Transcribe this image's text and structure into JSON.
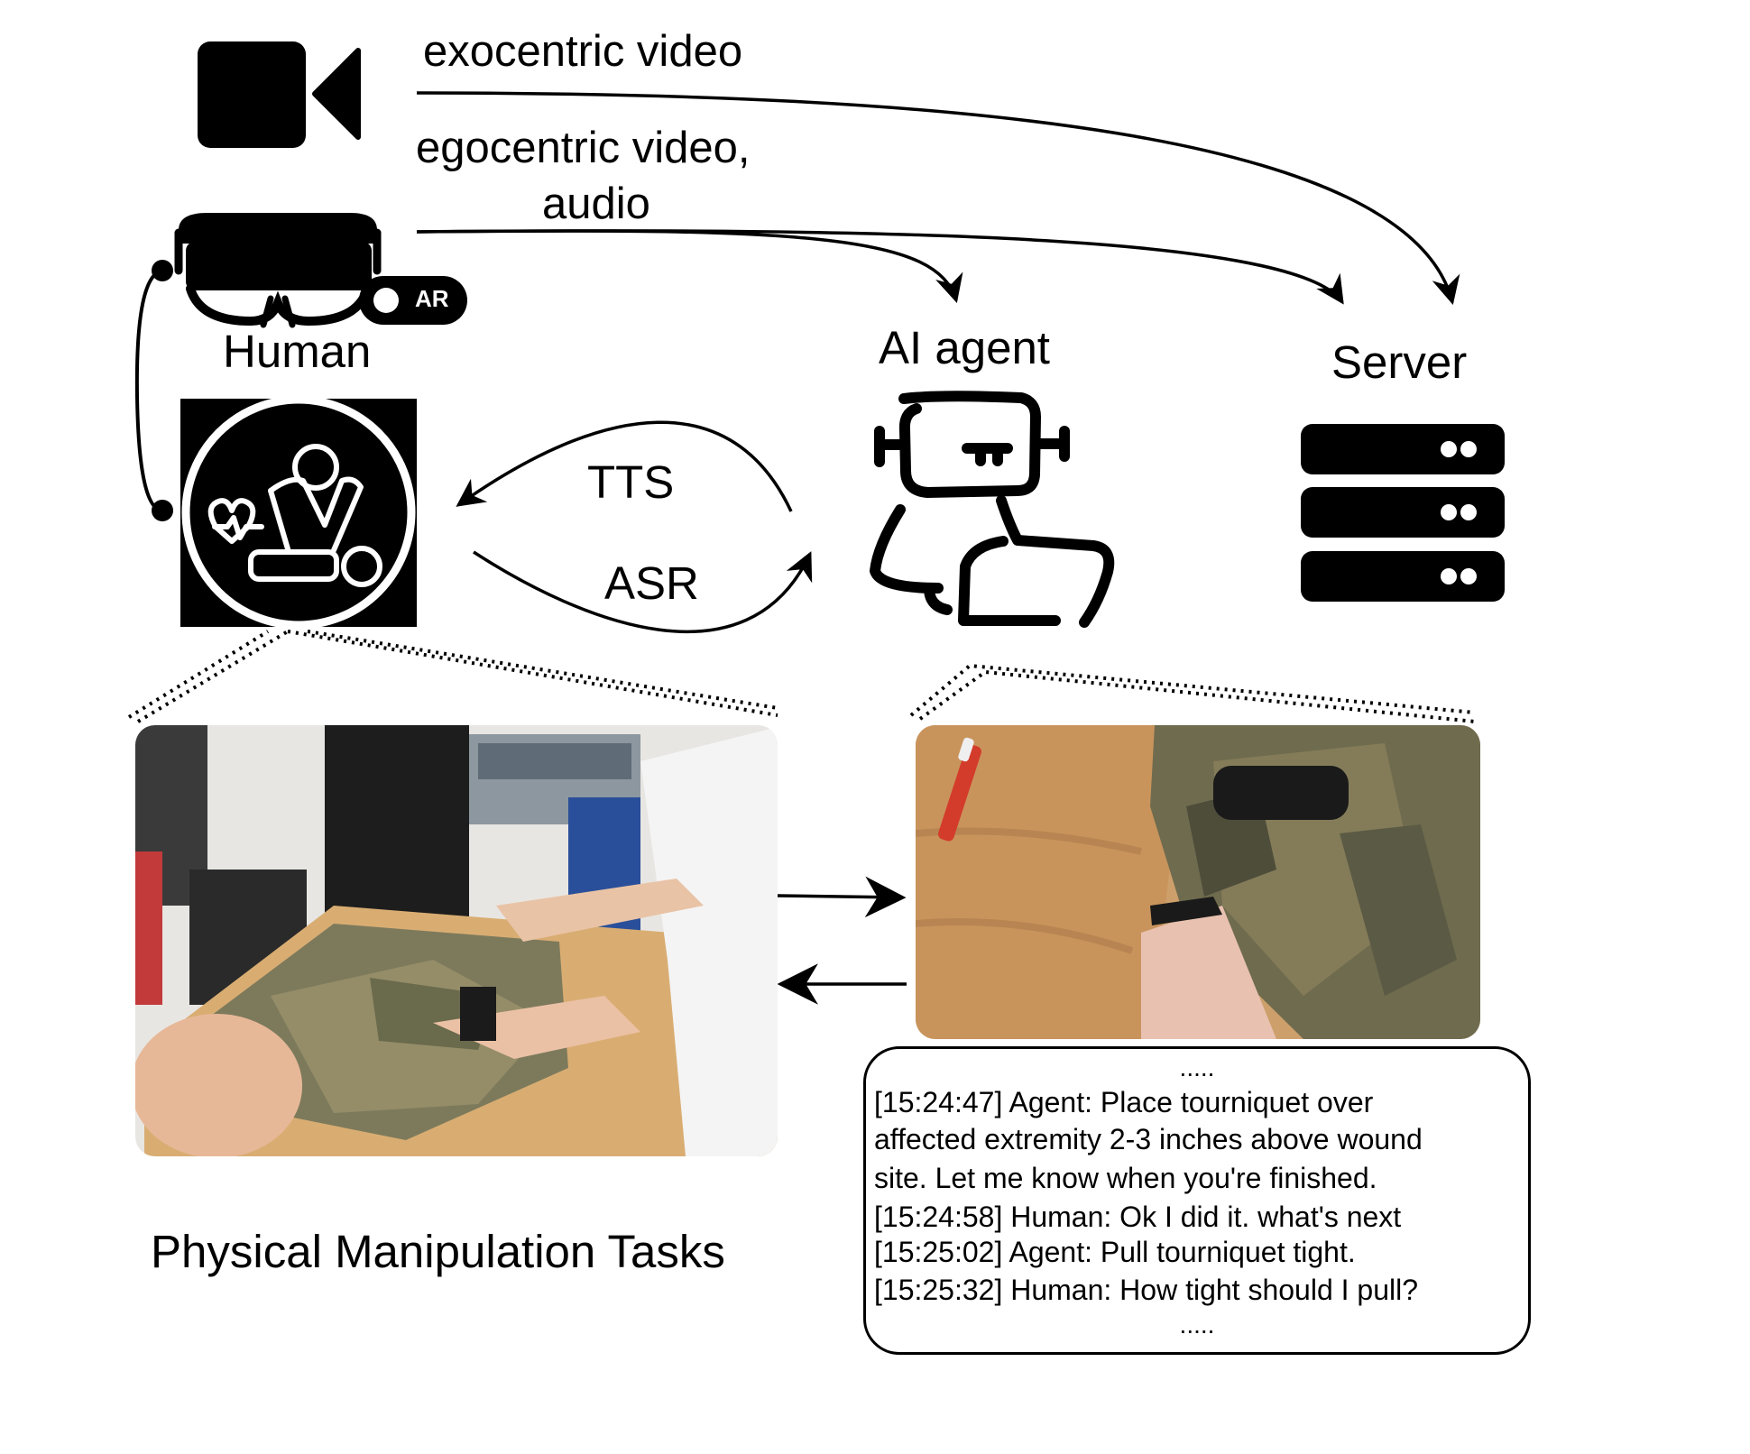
{
  "flows": {
    "exocentric": "exocentric video",
    "egocentric_line1": "egocentric video,",
    "egocentric_line2": "audio",
    "tts": "TTS",
    "asr": "ASR"
  },
  "nodes": {
    "ar_badge": "AR",
    "human": "Human",
    "ai_agent": "AI agent",
    "server": "Server"
  },
  "caption": "Physical Manipulation Tasks",
  "transcript": {
    "ellipsis_top": ".....",
    "lines": [
      "[15:24:47] Agent: Place tourniquet over",
      "affected extremity 2-3 inches above wound",
      "site. Let me know when you're finished.",
      "[15:24:58] Human: Ok I did it. what's next",
      "[15:25:02] Agent: Pull tourniquet tight.",
      "[15:25:32] Human: How tight should I pull?"
    ],
    "ellipsis_bottom": "....."
  }
}
